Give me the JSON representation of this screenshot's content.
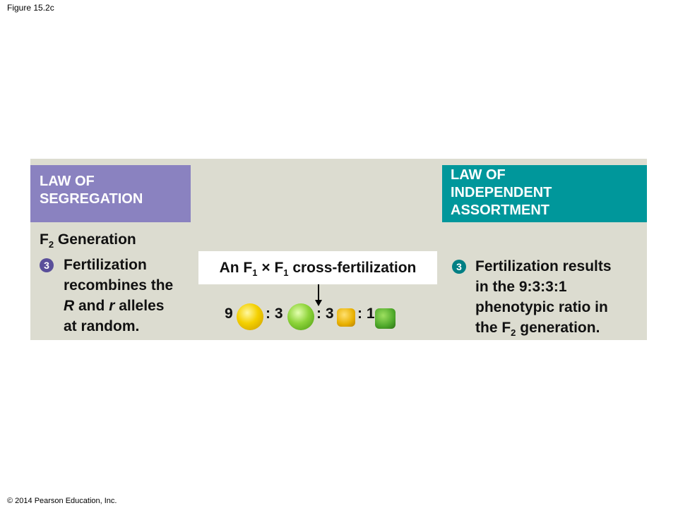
{
  "figure_label": "Figure 15.2c",
  "copyright": "© 2014 Pearson Education, Inc.",
  "segregation": {
    "header_line1": "LAW OF",
    "header_line2": "SEGREGATION",
    "gen_prefix": "F",
    "gen_sub": "2",
    "gen_suffix": " Generation",
    "step": "3",
    "text_l1": "Fertilization",
    "text_l2": "recombines the",
    "allele_R": "R",
    "text_l3_mid": " and ",
    "allele_r": "r",
    "text_l3_end": " alleles",
    "text_l4": "at random."
  },
  "cross": {
    "p1": "An F",
    "s1": "1",
    "x": " × ",
    "p2": "F",
    "s2": "1",
    "p3": " cross-fertilization"
  },
  "ratio": {
    "n1": "9",
    "sep1": ": 3",
    "sep2": ": 3",
    "sep3": ": 1"
  },
  "independent": {
    "header_line1": "LAW OF",
    "header_line2": "INDEPENDENT",
    "header_line3": "ASSORTMENT",
    "step": "3",
    "l1": "Fertilization results",
    "l2": "in the 9:3:3:1",
    "l3": "phenotypic ratio in",
    "l4_pre": "the F",
    "l4_sub": "2",
    "l4_post": " generation."
  },
  "colors": {
    "purple": "#8a82c0",
    "teal": "#00979b",
    "panel": "#dcdcd0"
  }
}
